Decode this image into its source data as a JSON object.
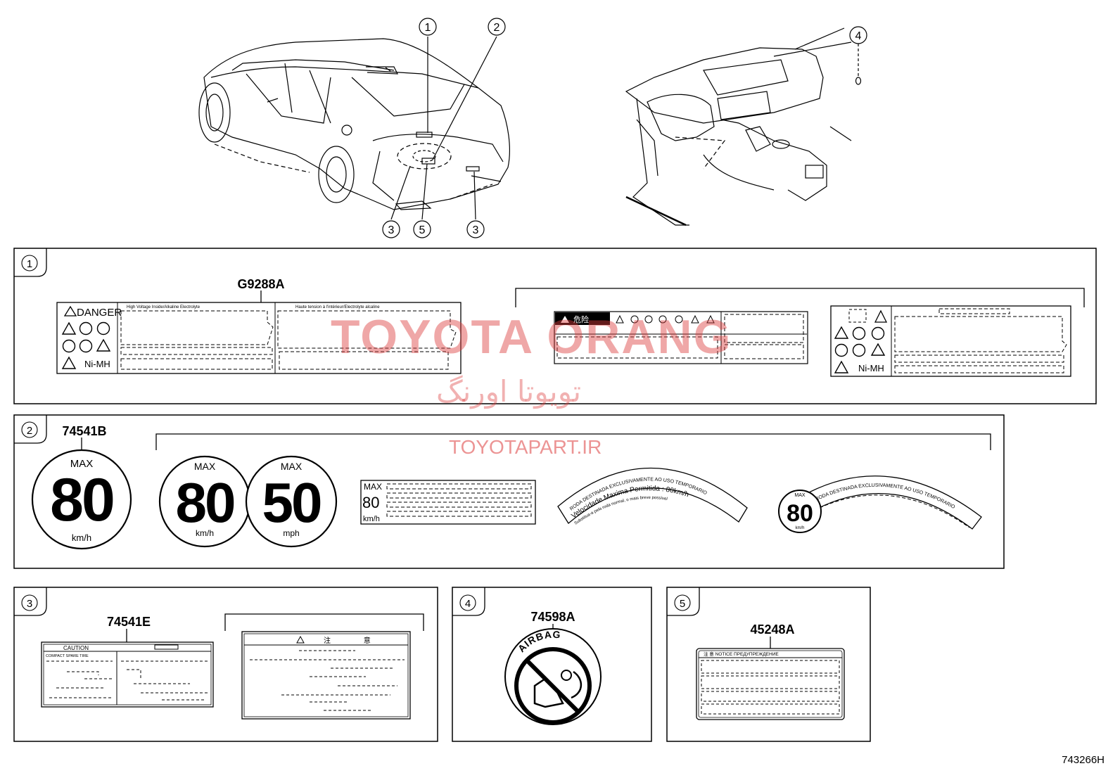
{
  "callouts": [
    "1",
    "2",
    "3",
    "4",
    "5"
  ],
  "car_callouts": {
    "c1": "1",
    "c2": "2",
    "c3a": "3",
    "c5": "5",
    "c3b": "3",
    "c4": "4"
  },
  "panel1": {
    "num": "1",
    "part": "G9288A",
    "label_a_danger": "DANGER",
    "label_a_nimh": "Ni-MH",
    "label_a_head1": "High Voltage Inside/Alkaline Electrolyte",
    "label_a_head2": "Haute tension à l'intérieur/Electrolyte alcaline",
    "label_b_title": "危险",
    "label_c_nimh": "Ni-MH"
  },
  "panel2": {
    "num": "2",
    "part": "74541B",
    "sign1": {
      "max": "MAX",
      "value": "80",
      "unit": "km/h"
    },
    "sign2": {
      "max": "MAX",
      "value": "80",
      "unit": "km/h"
    },
    "sign3": {
      "max": "MAX",
      "value": "50",
      "unit": "mph"
    },
    "rect_sign": {
      "max": "MAX",
      "value": "80",
      "unit": "km/h"
    },
    "arc1": {
      "line1": "RODA DESTINADA EXCLUSIVAMENTE AO USO TEMPORARIO",
      "line2": "Velocidade Maxima Permitida : 80km/h",
      "line3": "Substitua-a pela roda normal, o mais breve possível"
    },
    "arc2": {
      "value": "80",
      "max": "MAX",
      "unit": "km/h",
      "line1": "RODA DESTINADA EXCLUSIVAMENTE AO USO TEMPORARIO"
    }
  },
  "panel3": {
    "num": "3",
    "part": "74541E",
    "caution": "CAUTION",
    "subhead": "COMPACT SPARE TIRE",
    "chinese_title": "注 意"
  },
  "panel4": {
    "num": "4",
    "part": "74598A",
    "airbag": "AIRBAG"
  },
  "panel5": {
    "num": "5",
    "part": "45248A",
    "head": "注 意   NOTICE   ПРЕДУПРЕЖДЕНИЕ"
  },
  "watermark": {
    "line1": "TOYOTA ORANG",
    "line2": "تویوتا اورنگ",
    "line3": "TOYOTAPART.IR"
  },
  "ref_code": "743266H"
}
